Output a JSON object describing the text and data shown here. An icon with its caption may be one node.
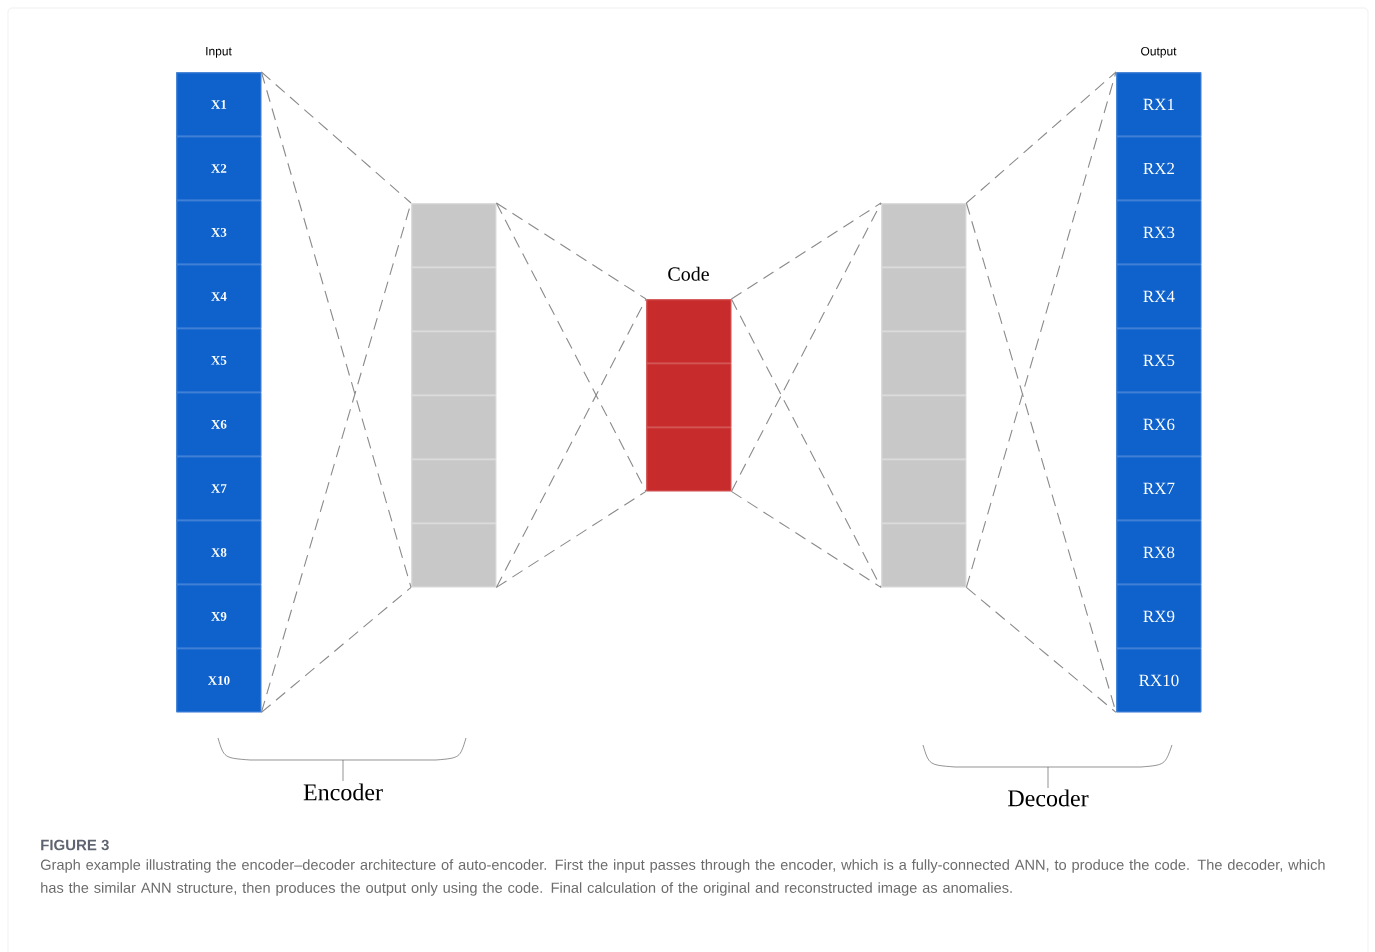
{
  "diagram": {
    "caption": "Graph example illustrating the encoder–decoder architecture of auto-encoder. First the input passes through the encoder, which is a fully-connected ANN, to produce the code. The decoder, which has the similar ANN structure, then produces the output only using the code. Final calculation of the original and reconstructed image as anomalies.",
    "nodes": [
      {
        "text": [
          "Input"
        ]
      },
      {
        "text": [
          "X1"
        ],
        "in": 0
      },
      {
        "text": [
          "X2"
        ],
        "in": 0
      },
      {
        "text": [
          "X3"
        ],
        "in": 0
      },
      {
        "text": [
          "X4"
        ],
        "in": 0
      },
      {
        "text": [
          "X5"
        ],
        "in": 0
      },
      {
        "text": [
          "X6"
        ],
        "in": 0
      },
      {
        "text": [
          "X7"
        ],
        "in": 0
      },
      {
        "text": [
          "X8"
        ],
        "in": 0
      },
      {
        "text": [
          "X9"
        ],
        "in": 0
      },
      {
        "text": [
          "X10"
        ],
        "in": 0
      },
      {
        "text": [],
        "shape": "box"
      },
      {
        "text": [],
        "shape": "box",
        "in": 11
      },
      {
        "text": [],
        "shape": "box",
        "in": 11
      },
      {
        "text": [],
        "shape": "box",
        "in": 11
      },
      {
        "text": [],
        "shape": "box",
        "in": 11
      },
      {
        "text": [],
        "shape": "box",
        "in": 11
      },
      {
        "text": [],
        "shape": "box",
        "in": 11
      },
      {
        "text": [
          "Code"
        ]
      },
      {
        "text": [],
        "shape": "box",
        "in": 18
      },
      {
        "text": [],
        "shape": "box",
        "in": 18
      },
      {
        "text": [],
        "shape": "box",
        "in": 18
      },
      {
        "text": [],
        "shape": "box"
      },
      {
        "text": [],
        "shape": "box",
        "in": 22
      },
      {
        "text": [],
        "shape": "box",
        "in": 22
      },
      {
        "text": [],
        "shape": "box",
        "in": 22
      },
      {
        "text": [],
        "shape": "box",
        "in": 22
      },
      {
        "text": [],
        "shape": "box",
        "in": 22
      },
      {
        "text": [],
        "shape": "box",
        "in": 22
      },
      {
        "text": [
          "Output"
        ]
      },
      {
        "text": [
          "RX1"
        ],
        "in": 29
      },
      {
        "text": [
          "RX2"
        ],
        "in": 29
      },
      {
        "text": [
          "RX3"
        ],
        "in": 29
      },
      {
        "text": [
          "RX4"
        ],
        "in": 29
      },
      {
        "text": [
          "RX5"
        ],
        "in": 29
      },
      {
        "text": [
          "RX6"
        ],
        "in": 29
      },
      {
        "text": [
          "RX7"
        ],
        "in": 29
      },
      {
        "text": [
          "RX8"
        ],
        "in": 29
      },
      {
        "text": [
          "RX9"
        ],
        "in": 29
      },
      {
        "text": [
          "RX10"
        ],
        "in": 29
      }
    ],
    "edges": [
      {
        "from": 0,
        "to": 11,
        "arrow": "none",
        "style": "dashed"
      },
      {
        "from": 0,
        "to": 11,
        "arrow": "none",
        "style": "dashed"
      },
      {
        "from": 0,
        "to": 11,
        "arrow": "none",
        "style": "dashed"
      },
      {
        "from": 0,
        "to": 11,
        "arrow": "none",
        "style": "dashed"
      },
      {
        "from": 11,
        "to": 18,
        "arrow": "none",
        "style": "dashed"
      },
      {
        "from": 11,
        "to": 18,
        "arrow": "none",
        "style": "dashed"
      },
      {
        "from": 11,
        "to": 18,
        "arrow": "none",
        "style": "dashed"
      },
      {
        "from": 11,
        "to": 18,
        "arrow": "none",
        "style": "dashed"
      },
      {
        "from": 18,
        "to": 22,
        "arrow": "none",
        "style": "dashed"
      },
      {
        "from": 18,
        "to": 22,
        "arrow": "none",
        "style": "dashed"
      },
      {
        "from": 18,
        "to": 22,
        "arrow": "none",
        "style": "dashed"
      },
      {
        "from": 18,
        "to": 22,
        "arrow": "none",
        "style": "dashed"
      },
      {
        "from": 22,
        "to": 29,
        "arrow": "none",
        "style": "dashed"
      },
      {
        "from": 22,
        "to": 29,
        "arrow": "none",
        "style": "dashed"
      },
      {
        "from": 22,
        "to": 29,
        "arrow": "none",
        "style": "dashed"
      },
      {
        "from": 22,
        "to": 29,
        "arrow": "none",
        "style": "dashed"
      }
    ],
    "labels": [
      "Encoder",
      "Decoder",
      "FIGURE 3"
    ]
  }
}
